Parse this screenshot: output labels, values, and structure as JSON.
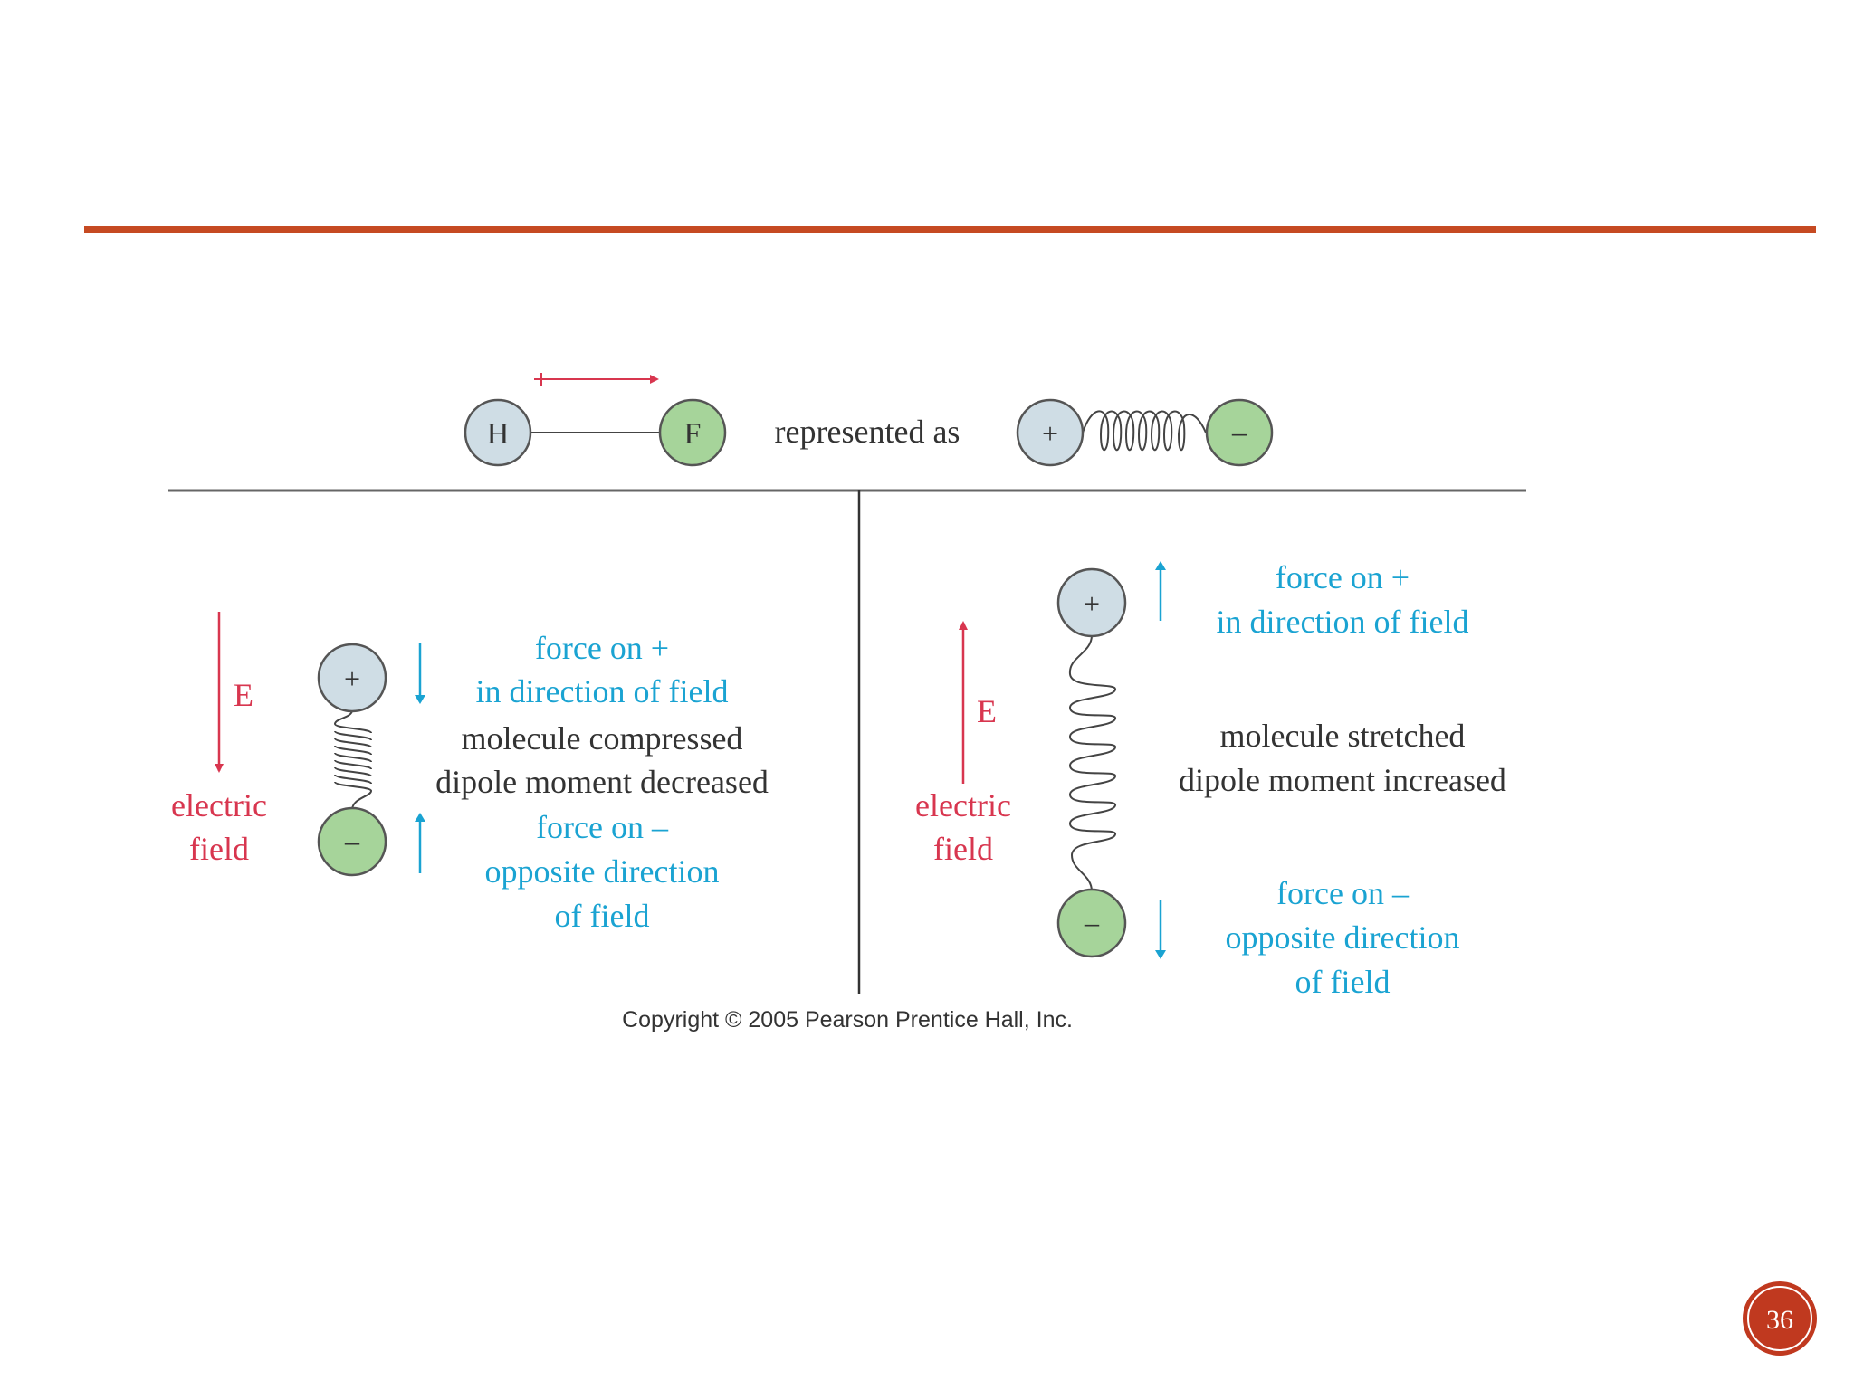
{
  "slide": {
    "accent_color": "#c64a22",
    "page_number": "36",
    "copyright": "Copyright © 2005 Pearson Prentice Hall, Inc."
  },
  "top": {
    "atom_h": "H",
    "atom_f": "F",
    "represented_as": "represented as",
    "plus": "+",
    "minus": "–"
  },
  "left_panel": {
    "field_symbol": "E",
    "field_label_line1": "electric",
    "field_label_line2": "field",
    "plus": "+",
    "minus": "–",
    "force_plus_line1": "force on +",
    "force_plus_line2": "in direction of field",
    "state_line1": "molecule compressed",
    "state_line2": "dipole moment decreased",
    "force_minus_line1": "force on –",
    "force_minus_line2": "opposite direction",
    "force_minus_line3": "of field"
  },
  "right_panel": {
    "field_symbol": "E",
    "field_label_line1": "electric",
    "field_label_line2": "field",
    "plus": "+",
    "minus": "–",
    "force_plus_line1": "force on +",
    "force_plus_line2": "in direction of field",
    "state_line1": "molecule stretched",
    "state_line2": "dipole moment increased",
    "force_minus_line1": "force on –",
    "force_minus_line2": "opposite direction",
    "force_minus_line3": "of field"
  },
  "colors": {
    "force_text": "#1aa3d2",
    "field_text": "#d8364f",
    "positive_atom": "#cfdde5",
    "negative_atom": "#a6d49a"
  }
}
